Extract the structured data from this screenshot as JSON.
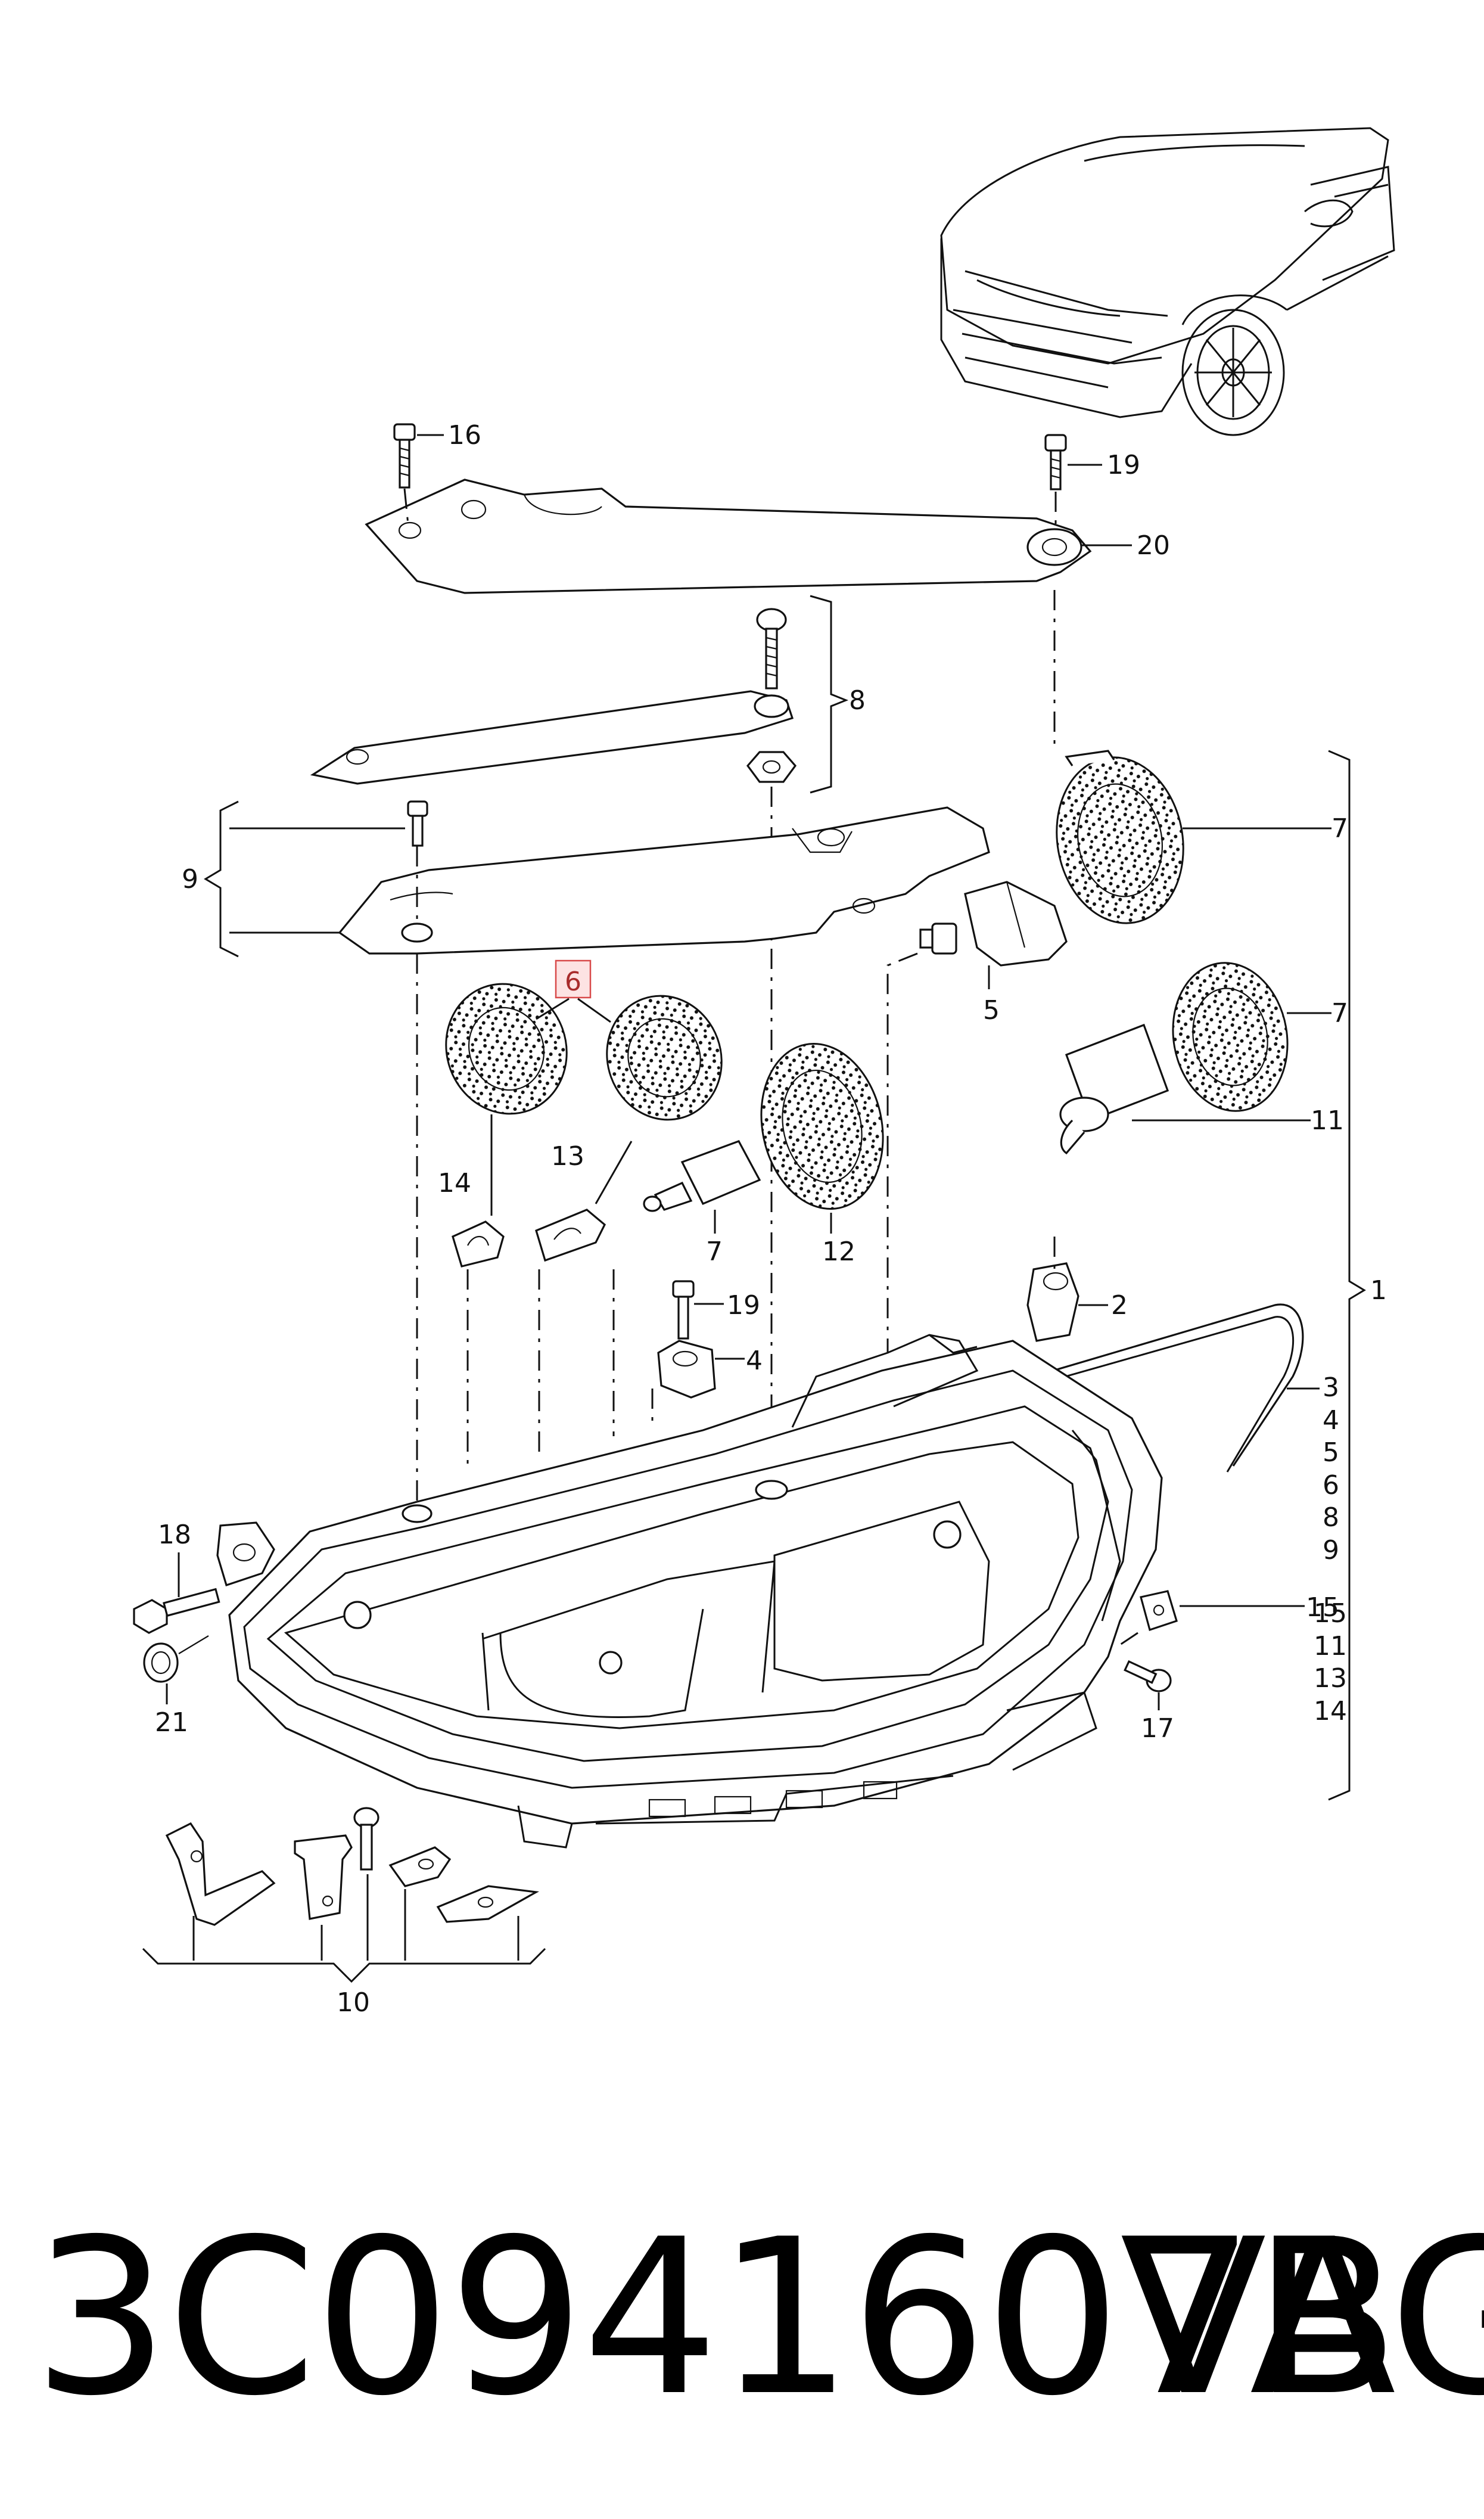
{
  "callouts": [
    {
      "id": "c16",
      "text": "16"
    },
    {
      "id": "c19a",
      "text": "19"
    },
    {
      "id": "c20",
      "text": "20"
    },
    {
      "id": "c8",
      "text": "8"
    },
    {
      "id": "c9",
      "text": "9"
    },
    {
      "id": "c7a",
      "text": "7"
    },
    {
      "id": "c6",
      "text": "6"
    },
    {
      "id": "c5",
      "text": "5"
    },
    {
      "id": "c7b",
      "text": "7"
    },
    {
      "id": "c12",
      "text": "12"
    },
    {
      "id": "c11",
      "text": "11"
    },
    {
      "id": "c14",
      "text": "14"
    },
    {
      "id": "c13",
      "text": "13"
    },
    {
      "id": "c7c",
      "text": "7"
    },
    {
      "id": "c19b",
      "text": "19"
    },
    {
      "id": "c2",
      "text": "2"
    },
    {
      "id": "c4",
      "text": "4"
    },
    {
      "id": "c1",
      "text": "1"
    },
    {
      "id": "c18",
      "text": "18"
    },
    {
      "id": "c21",
      "text": "21"
    },
    {
      "id": "c15",
      "text": "15"
    },
    {
      "id": "c17",
      "text": "17"
    },
    {
      "id": "c10",
      "text": "10"
    }
  ],
  "bracket_list": [
    "3",
    "4",
    "5",
    "6",
    "8",
    "9",
    "11",
    "13",
    "14"
  ],
  "bracket_list_15": "15",
  "footer": {
    "part_number": "3C0941607B",
    "brand": "VAG"
  }
}
